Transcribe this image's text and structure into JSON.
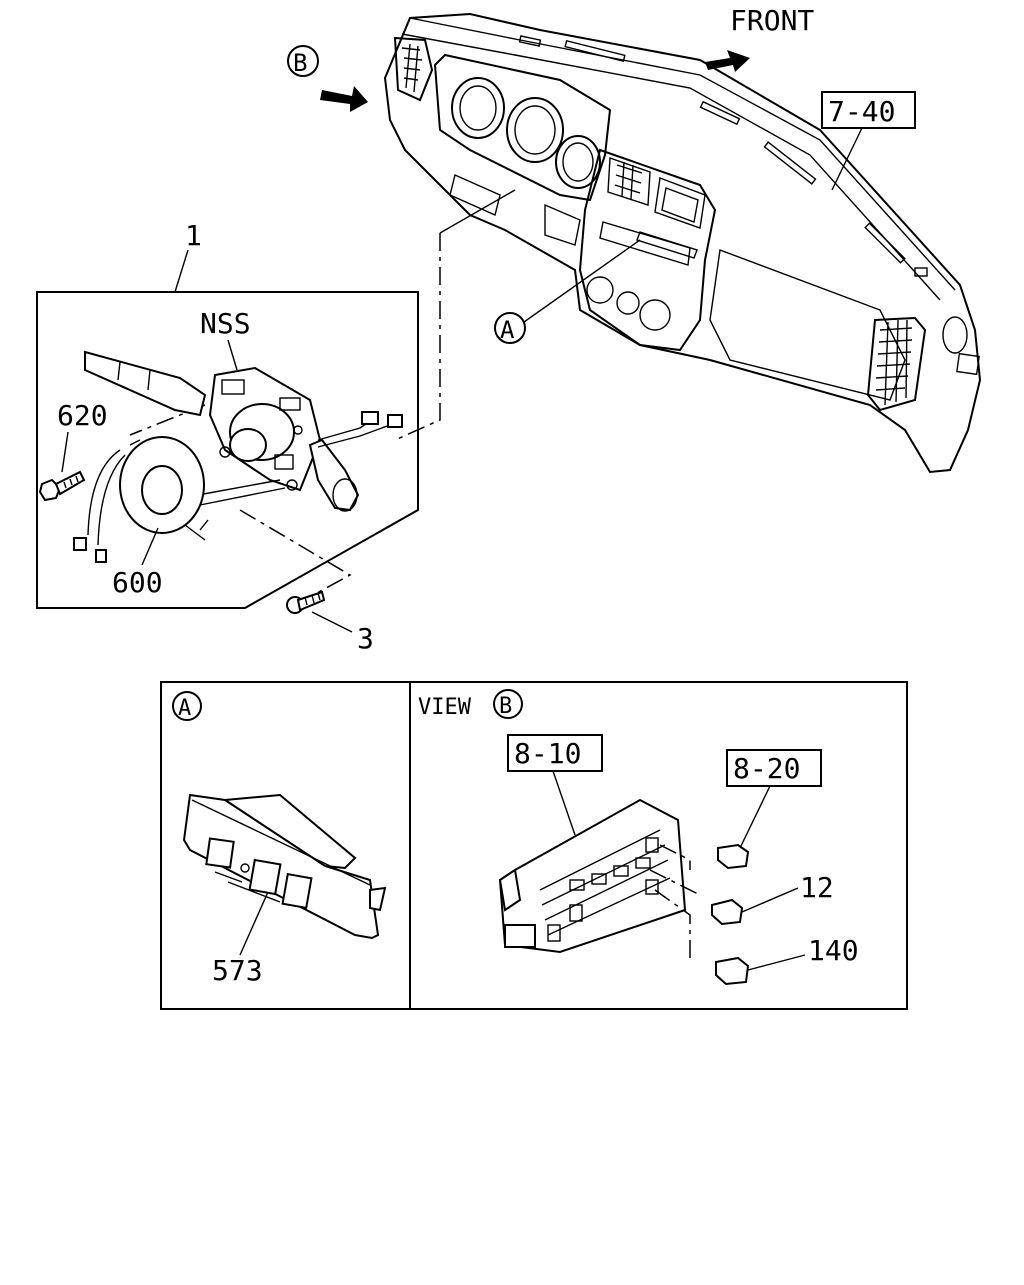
{
  "labels": {
    "front": "FRONT",
    "view_b_marker": "B",
    "ref_7_40": "7-40",
    "part_1": "1",
    "nss": "NSS",
    "part_620": "620",
    "part_600": "600",
    "part_3": "3",
    "view_a_marker": "A",
    "inset_a_marker": "A",
    "inset_b_view": "VIEW",
    "inset_b_marker": "B",
    "ref_8_10": "8-10",
    "ref_8_20": "8-20",
    "part_12": "12",
    "part_140": "140",
    "part_573": "573"
  }
}
